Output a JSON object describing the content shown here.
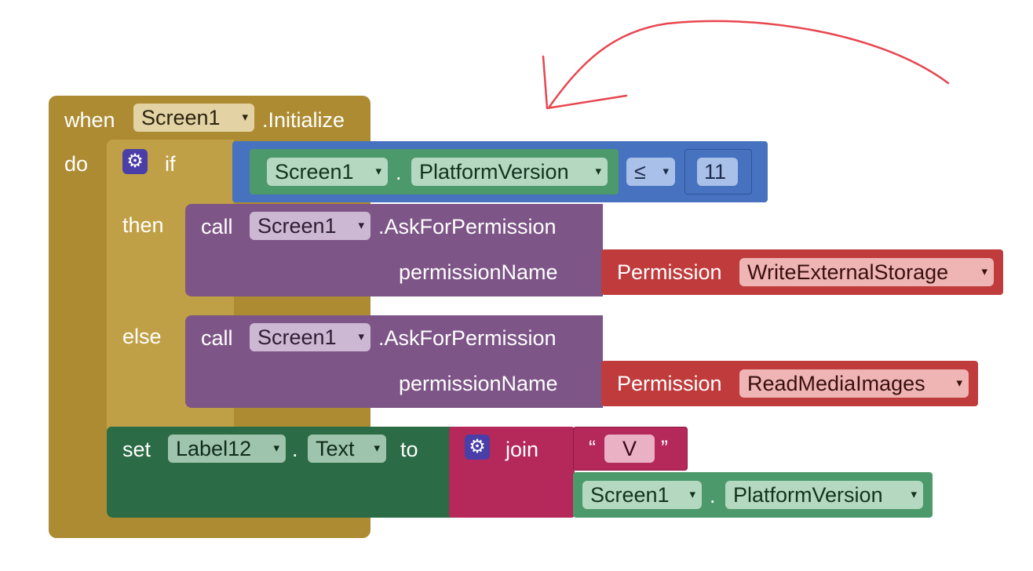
{
  "colors": {
    "event": "#ad8b32",
    "control": "#c0a046",
    "math": "#4672c0",
    "component_get": "#4c9a6c",
    "component_call": "#7d5587",
    "permission": "#c03b3b",
    "setter": "#2b6b45",
    "text_join": "#b4285a",
    "annotation": "#e8464f"
  },
  "event": {
    "when_label": "when",
    "component": "Screen1",
    "event_name": ".Initialize",
    "do_label": "do"
  },
  "if_block": {
    "gear_icon": "gear-icon",
    "if_label": "if",
    "then_label": "then",
    "else_label": "else",
    "condition": {
      "component": "Screen1",
      "dot": ".",
      "property": "PlatformVersion",
      "operator": "≤",
      "number": "11"
    }
  },
  "then_call": {
    "call_label": "call",
    "component": "Screen1",
    "method": ".AskForPermission",
    "param_label": "permissionName",
    "permission_label": "Permission",
    "permission_value": "WriteExternalStorage"
  },
  "else_call": {
    "call_label": "call",
    "component": "Screen1",
    "method": ".AskForPermission",
    "param_label": "permissionName",
    "permission_label": "Permission",
    "permission_value": "ReadMediaImages"
  },
  "set_block": {
    "set_label": "set",
    "component": "Label12",
    "dot": ".",
    "property": "Text",
    "to_label": "to",
    "join_label": "join",
    "string_open": "“",
    "string_value": "V",
    "string_close": "”",
    "component2": "Screen1",
    "dot2": ".",
    "property2": "PlatformVersion"
  },
  "dropdown_arrow": "▾"
}
